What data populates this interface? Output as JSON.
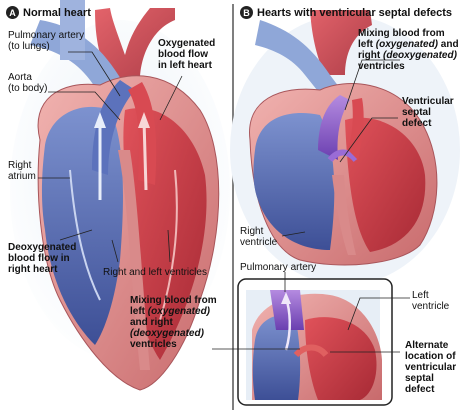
{
  "panel_a": {
    "badge": "A",
    "title": "Normal heart",
    "labels": {
      "pulmonary_artery": "Pulmonary artery\n(to lungs)",
      "aorta": "Aorta\n(to body)",
      "oxygenated": "Oxygenated\nblood flow\nin left heart",
      "right_atrium": "Right\natrium",
      "deoxygenated": "Deoxygenated\nblood flow in\nright heart",
      "ventricles": "Right and left ventricles"
    }
  },
  "panel_b": {
    "badge": "B",
    "title": "Hearts with ventricular septal defects",
    "labels": {
      "mixing_top_1": "Mixing blood from",
      "mixing_top_2": "left ",
      "mixing_top_2i": "(oxygenated)",
      "mixing_top_2b": " and",
      "mixing_top_3": "right ",
      "mixing_top_3i": "(deoxygenated)",
      "mixing_top_4": "ventricles",
      "vsd": "Ventricular\nseptal\ndefect",
      "right_ventricle": "Right\nventricle",
      "pulmonary_artery": "Pulmonary artery",
      "left_ventricle": "Left\nventricle",
      "alternate": "Alternate\nlocation of\nventricular\nseptal\ndefect"
    }
  },
  "bottom_note": {
    "line1": "Mixing blood from",
    "line2a": "left ",
    "line2i": "(oxygenated)",
    "line3a": "and right",
    "line4i": "(deoxygenated)",
    "line5": "ventricles"
  },
  "colors": {
    "oxygenated": "#c8323c",
    "deoxygenated": "#4a5fa8",
    "mixed": "#8a4ec0",
    "wall": "#d98a8a",
    "background_tint": "#d9e6f2",
    "divider": "#555555"
  }
}
